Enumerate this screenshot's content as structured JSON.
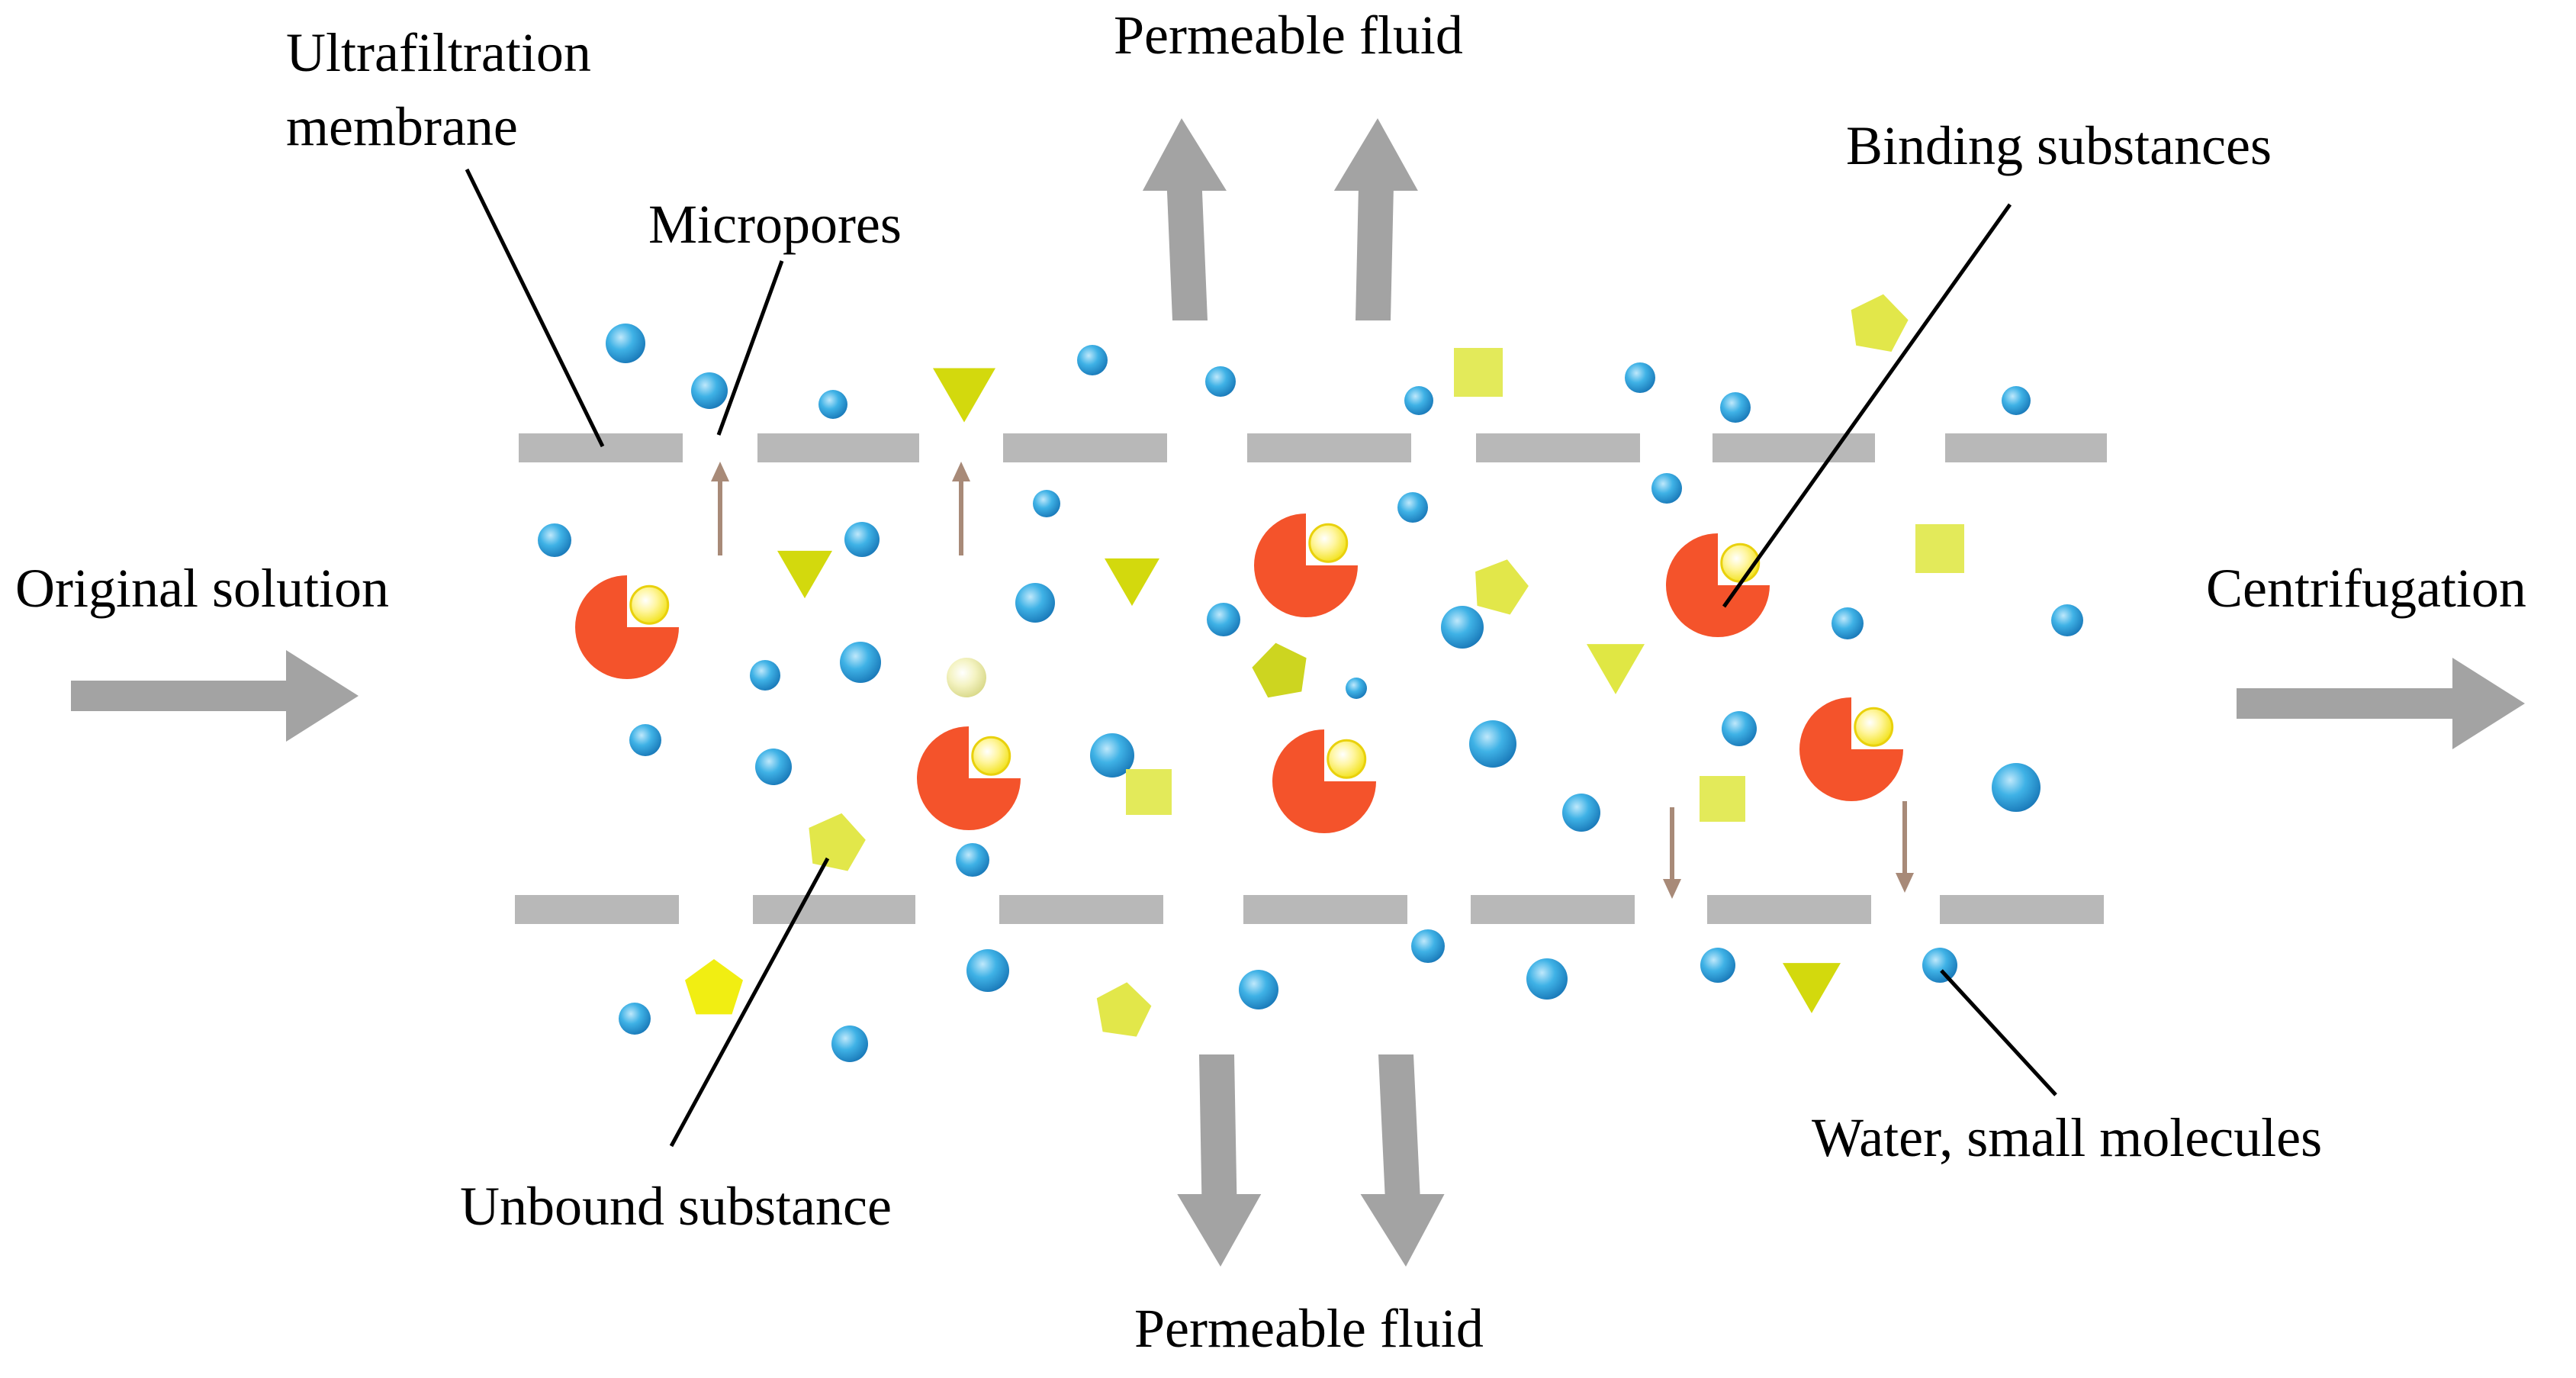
{
  "labels": {
    "permeable_top": "Permeable fluid",
    "permeable_bottom": "Permeable fluid",
    "ultrafiltration_line1": "Ultrafiltration",
    "ultrafiltration_line2": "membrane",
    "micropores": "Micropores",
    "binding": "Binding substances",
    "original": "Original solution",
    "centrifugation": "Centrifugation",
    "unbound": "Unbound substance",
    "water": "Water, small molecules"
  },
  "colors": {
    "membrane": "#b8b8b8",
    "arrow": "#a3a3a3",
    "pore_arrow": "#a88a78",
    "binder": "#f4532b",
    "ligand": "#f5ee33",
    "water": "#2e9fd8",
    "square": "#e3ea5a",
    "triangle": "#d3d90d",
    "pentagon": "#e2e74a"
  },
  "icons": [
    "pacman-binder-icon",
    "water-molecule-icon",
    "square-particle-icon",
    "triangle-particle-icon",
    "pentagon-particle-icon"
  ]
}
